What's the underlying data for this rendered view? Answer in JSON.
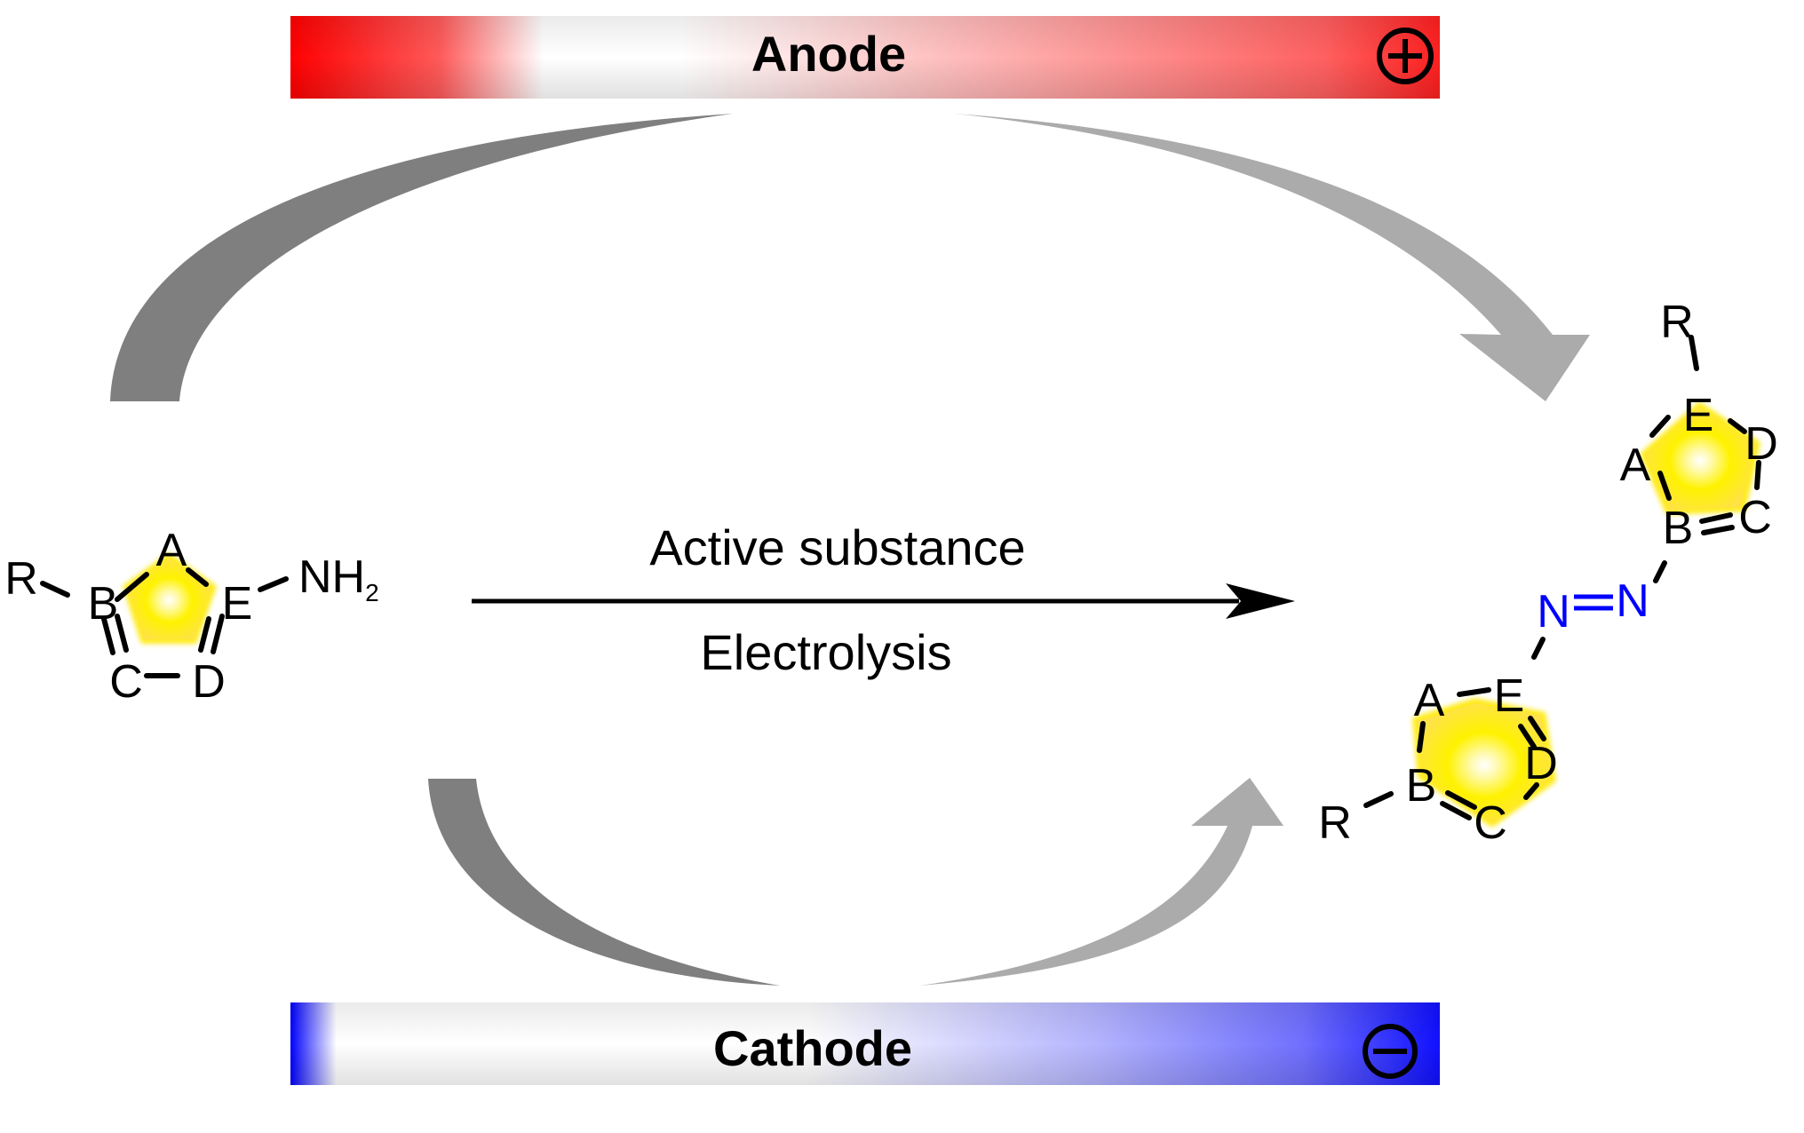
{
  "electrodes": {
    "anode": {
      "label": "Anode",
      "sign": "+",
      "color": "#ff0000"
    },
    "cathode": {
      "label": "Cathode",
      "sign": "−",
      "color": "#0000ff"
    }
  },
  "reaction": {
    "above_arrow": "Active substance",
    "below_arrow": "Electrolysis"
  },
  "reactant": {
    "substituent": "R",
    "amine": "NH",
    "amine_subscript": "2",
    "ring_atoms": [
      "A",
      "B",
      "C",
      "D",
      "E"
    ]
  },
  "product": {
    "top_substituent": "R",
    "bottom_substituent": "R",
    "top_ring_atoms": [
      "A",
      "B",
      "C",
      "D",
      "E"
    ],
    "bottom_ring_atoms": [
      "A",
      "B",
      "C",
      "D",
      "E"
    ],
    "azo_n1": "N",
    "azo_n2": "N",
    "azo_color": "#0000ff"
  },
  "colors": {
    "ring_fill": "#ffe000",
    "curved_arrow_dark": "#7f7f7f",
    "curved_arrow_light": "#ababab"
  }
}
